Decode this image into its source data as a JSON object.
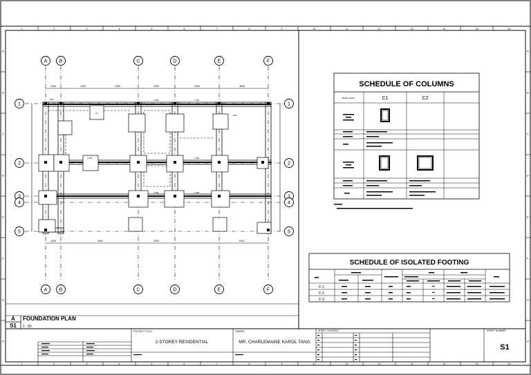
{
  "border": {
    "top_numbers": [
      "1",
      "2",
      "3",
      "4",
      "5",
      "6",
      "7",
      "8",
      "9",
      "10",
      "11",
      "12",
      "13",
      "14",
      "15",
      "16"
    ],
    "side_letters": [
      "A",
      "B",
      "C",
      "D",
      "E",
      "F",
      "G",
      "H"
    ]
  },
  "grid": {
    "columns": [
      "A",
      "B",
      "C",
      "D",
      "E",
      "F"
    ],
    "rows": [
      "1",
      "2",
      "3",
      "4",
      "5"
    ]
  },
  "plan": {
    "title_letter": "A",
    "sheet_ref": "S1",
    "title": "FOUNDATION PLAN",
    "scale": "1 : 50"
  },
  "schedule_columns": {
    "title": "SCHEDULE OF COLUMNS",
    "headers": [
      "MARK LEVEL",
      "C1",
      "C2"
    ]
  },
  "schedule_footing": {
    "title": "SCHEDULE OF ISOLATED FOOTING",
    "rows": [
      "F-1",
      "F-2",
      "F-3"
    ]
  },
  "title_block": {
    "project_label": "PROJECT TITLE :",
    "project": "2-STOREY RESIDENTIAL",
    "owner_label": "OWNER :",
    "owner": "MR. CHARLEMAINE KAROL TANG",
    "content_label": "SHEET CONTENT :",
    "sheet_label": "SHEET NUMBER",
    "sheet_number": "S1"
  }
}
